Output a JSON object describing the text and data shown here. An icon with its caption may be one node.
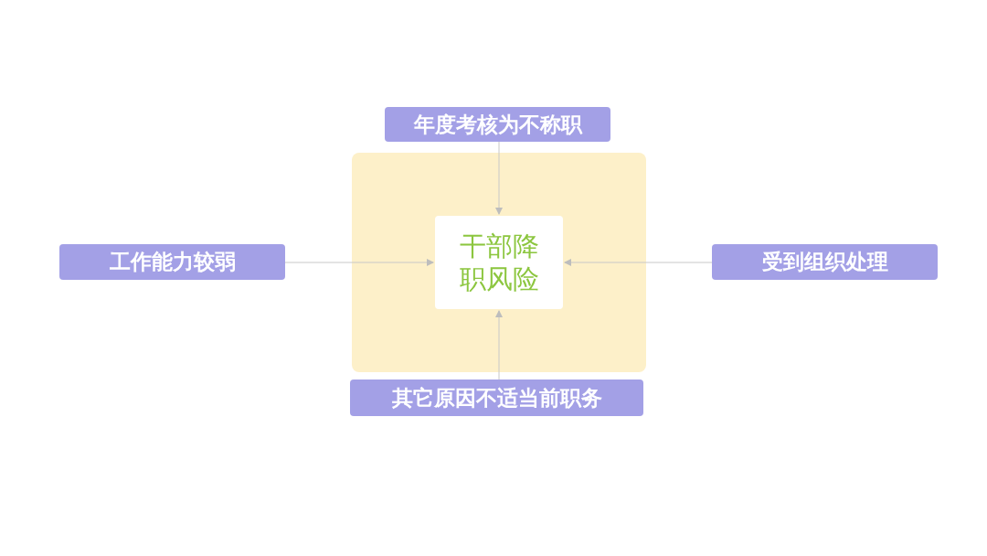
{
  "diagram": {
    "nodes": [
      {
        "text": [
          "年度考核为不称职"
        ]
      },
      {
        "text": [],
        "shape": "box"
      },
      {
        "text": [
          "工作能力较弱"
        ]
      },
      {
        "text": [
          "干部降职风险"
        ],
        "in": 1
      },
      {
        "text": [
          "受到组织处理"
        ]
      },
      {
        "text": [
          "其它原因不适当前职务"
        ]
      }
    ],
    "edges": [
      {
        "from": 0,
        "to": 3,
        "arrow": "to"
      },
      {
        "from": 2,
        "to": 3,
        "arrow": "to"
      },
      {
        "from": 4,
        "to": 3,
        "arrow": "to"
      },
      {
        "from": 5,
        "to": 3,
        "arrow": "to"
      }
    ]
  }
}
